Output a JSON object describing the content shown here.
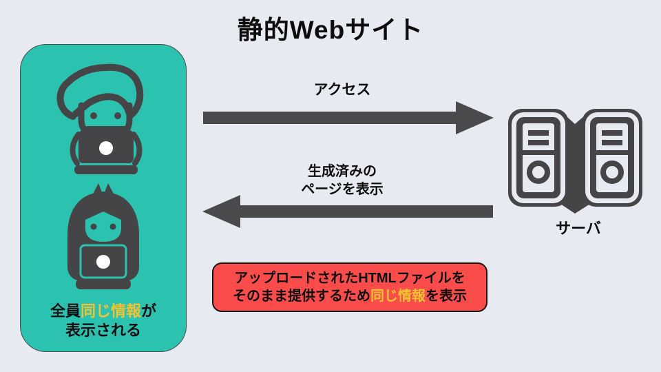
{
  "title": "静的Webサイト",
  "colors": {
    "background": "#e8eaf2",
    "panel_teal": "#2cc2b0",
    "icon_dark": "#454548",
    "highlight_yellow": "#f1c232",
    "note_red": "#fb4c4c",
    "text_black": "#0d0d0d"
  },
  "users_panel": {
    "icons": [
      "user-woman-with-laptop",
      "user-girl-with-laptop"
    ],
    "caption": {
      "prefix": "全員",
      "highlight": "同じ情報",
      "suffix": "が",
      "line2": "表示される"
    }
  },
  "arrows": {
    "request": {
      "label": "アクセス",
      "direction": "right"
    },
    "response": {
      "line1": "生成済みの",
      "line2": "ページを表示",
      "direction": "left"
    }
  },
  "server": {
    "label": "サーバ"
  },
  "note": {
    "line1": "アップロードされたHTMLファイルを",
    "line2_prefix": "そのまま提供するため",
    "line2_highlight": "同じ情報",
    "line2_suffix": "を表示"
  }
}
